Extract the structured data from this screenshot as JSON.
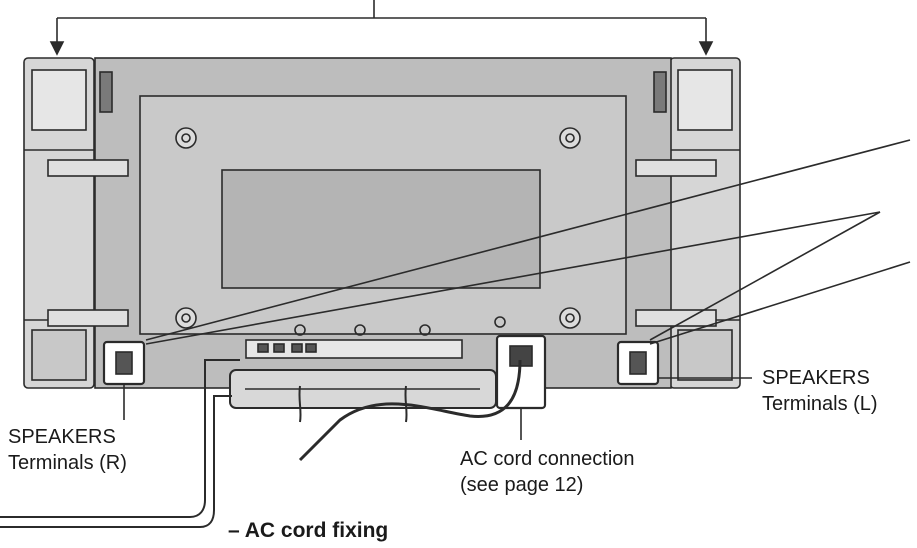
{
  "labels": {
    "speakers_r_line1": "SPEAKERS",
    "speakers_r_line2": "Terminals (R)",
    "speakers_l_line1": "SPEAKERS",
    "speakers_l_line2": "Terminals (L)",
    "ac_conn_line1": "AC cord connection",
    "ac_conn_line2": "(see page 12)",
    "ac_fixing": "– AC cord fixing"
  },
  "colors": {
    "outline": "#2b2b2b",
    "panel_fill": "#bdbdbd",
    "panel_inner": "#c9c9c9",
    "speaker_fill": "#d6d6d6",
    "background": "#ffffff"
  }
}
